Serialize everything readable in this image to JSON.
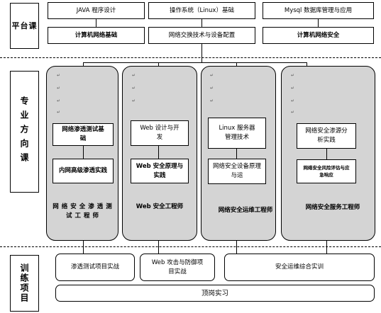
{
  "sections": {
    "platform": "平台课",
    "direction": "专业方向课",
    "training": "训练项目"
  },
  "platform": {
    "row1": [
      "JAVA 程序设计",
      "操作系统（Linux）基础",
      "Mysql 数据库管理与应用"
    ],
    "row2": [
      "计算机网络基础",
      "网络交换技术与设备配置",
      "计算机网络安全"
    ]
  },
  "directions": [
    {
      "course1": "网络渗透测试基础",
      "course2": "内网高级渗透实践",
      "title": "网络安全渗透测试工程师"
    },
    {
      "course1": "Web 设计与开发",
      "course2": "Web 安全原理与实践",
      "title": "Web 安全工程师"
    },
    {
      "course1": "Linux 服务器管理技术",
      "course2": "网络安全设备原理与运",
      "title": "网络安全运维工程师"
    },
    {
      "course1": "网络安全渗源分析实践",
      "course2": "网络安全风险评估与应急响应",
      "title": "网络安全服务工程师"
    }
  ],
  "training": {
    "projects": [
      "渗透测试项目实战",
      "Web 攻击与防御项目实战",
      "安全运维综合实训"
    ],
    "internship": "顶岗实习"
  },
  "colors": {
    "panel": "#d4d4d4",
    "line": "#000000",
    "box": "#ffffff"
  }
}
